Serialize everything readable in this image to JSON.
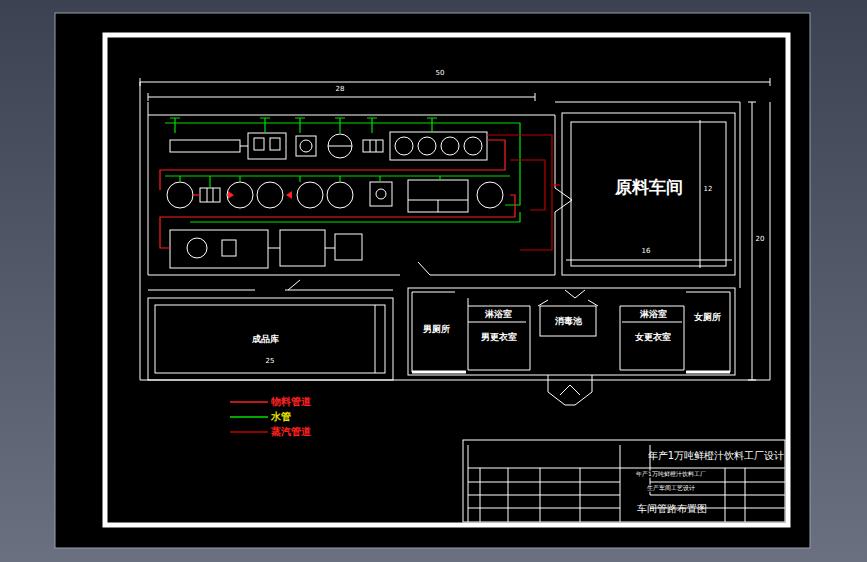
{
  "diagram": {
    "title": "年产1万吨鲜橙汁饮料工厂设计",
    "caption": "车间管路布置图",
    "nodes": [
      {
        "text": [
          "原料车间"
        ]
      },
      {
        "text": [
          "成品库"
        ]
      },
      {
        "text": [
          "男厕所"
        ]
      },
      {
        "text": [
          "淋浴室"
        ]
      },
      {
        "text": [
          "男更衣室"
        ]
      },
      {
        "text": [
          "消毒池"
        ]
      },
      {
        "text": [
          "淋浴室"
        ]
      },
      {
        "text": [
          "女更衣室"
        ]
      },
      {
        "text": [
          "女厕所"
        ]
      }
    ],
    "labels": [
      "50",
      "28",
      "12",
      "16",
      "20",
      "25",
      "年产1万吨鲜橙汁饮料工厂",
      "生产车间工艺设计"
    ],
    "legend": [
      {
        "text": "物料管道",
        "color": "#ff2020"
      },
      {
        "text": "水管",
        "color": "#00e000"
      },
      {
        "text": "蒸汽管道",
        "color": "#c00000"
      }
    ]
  }
}
